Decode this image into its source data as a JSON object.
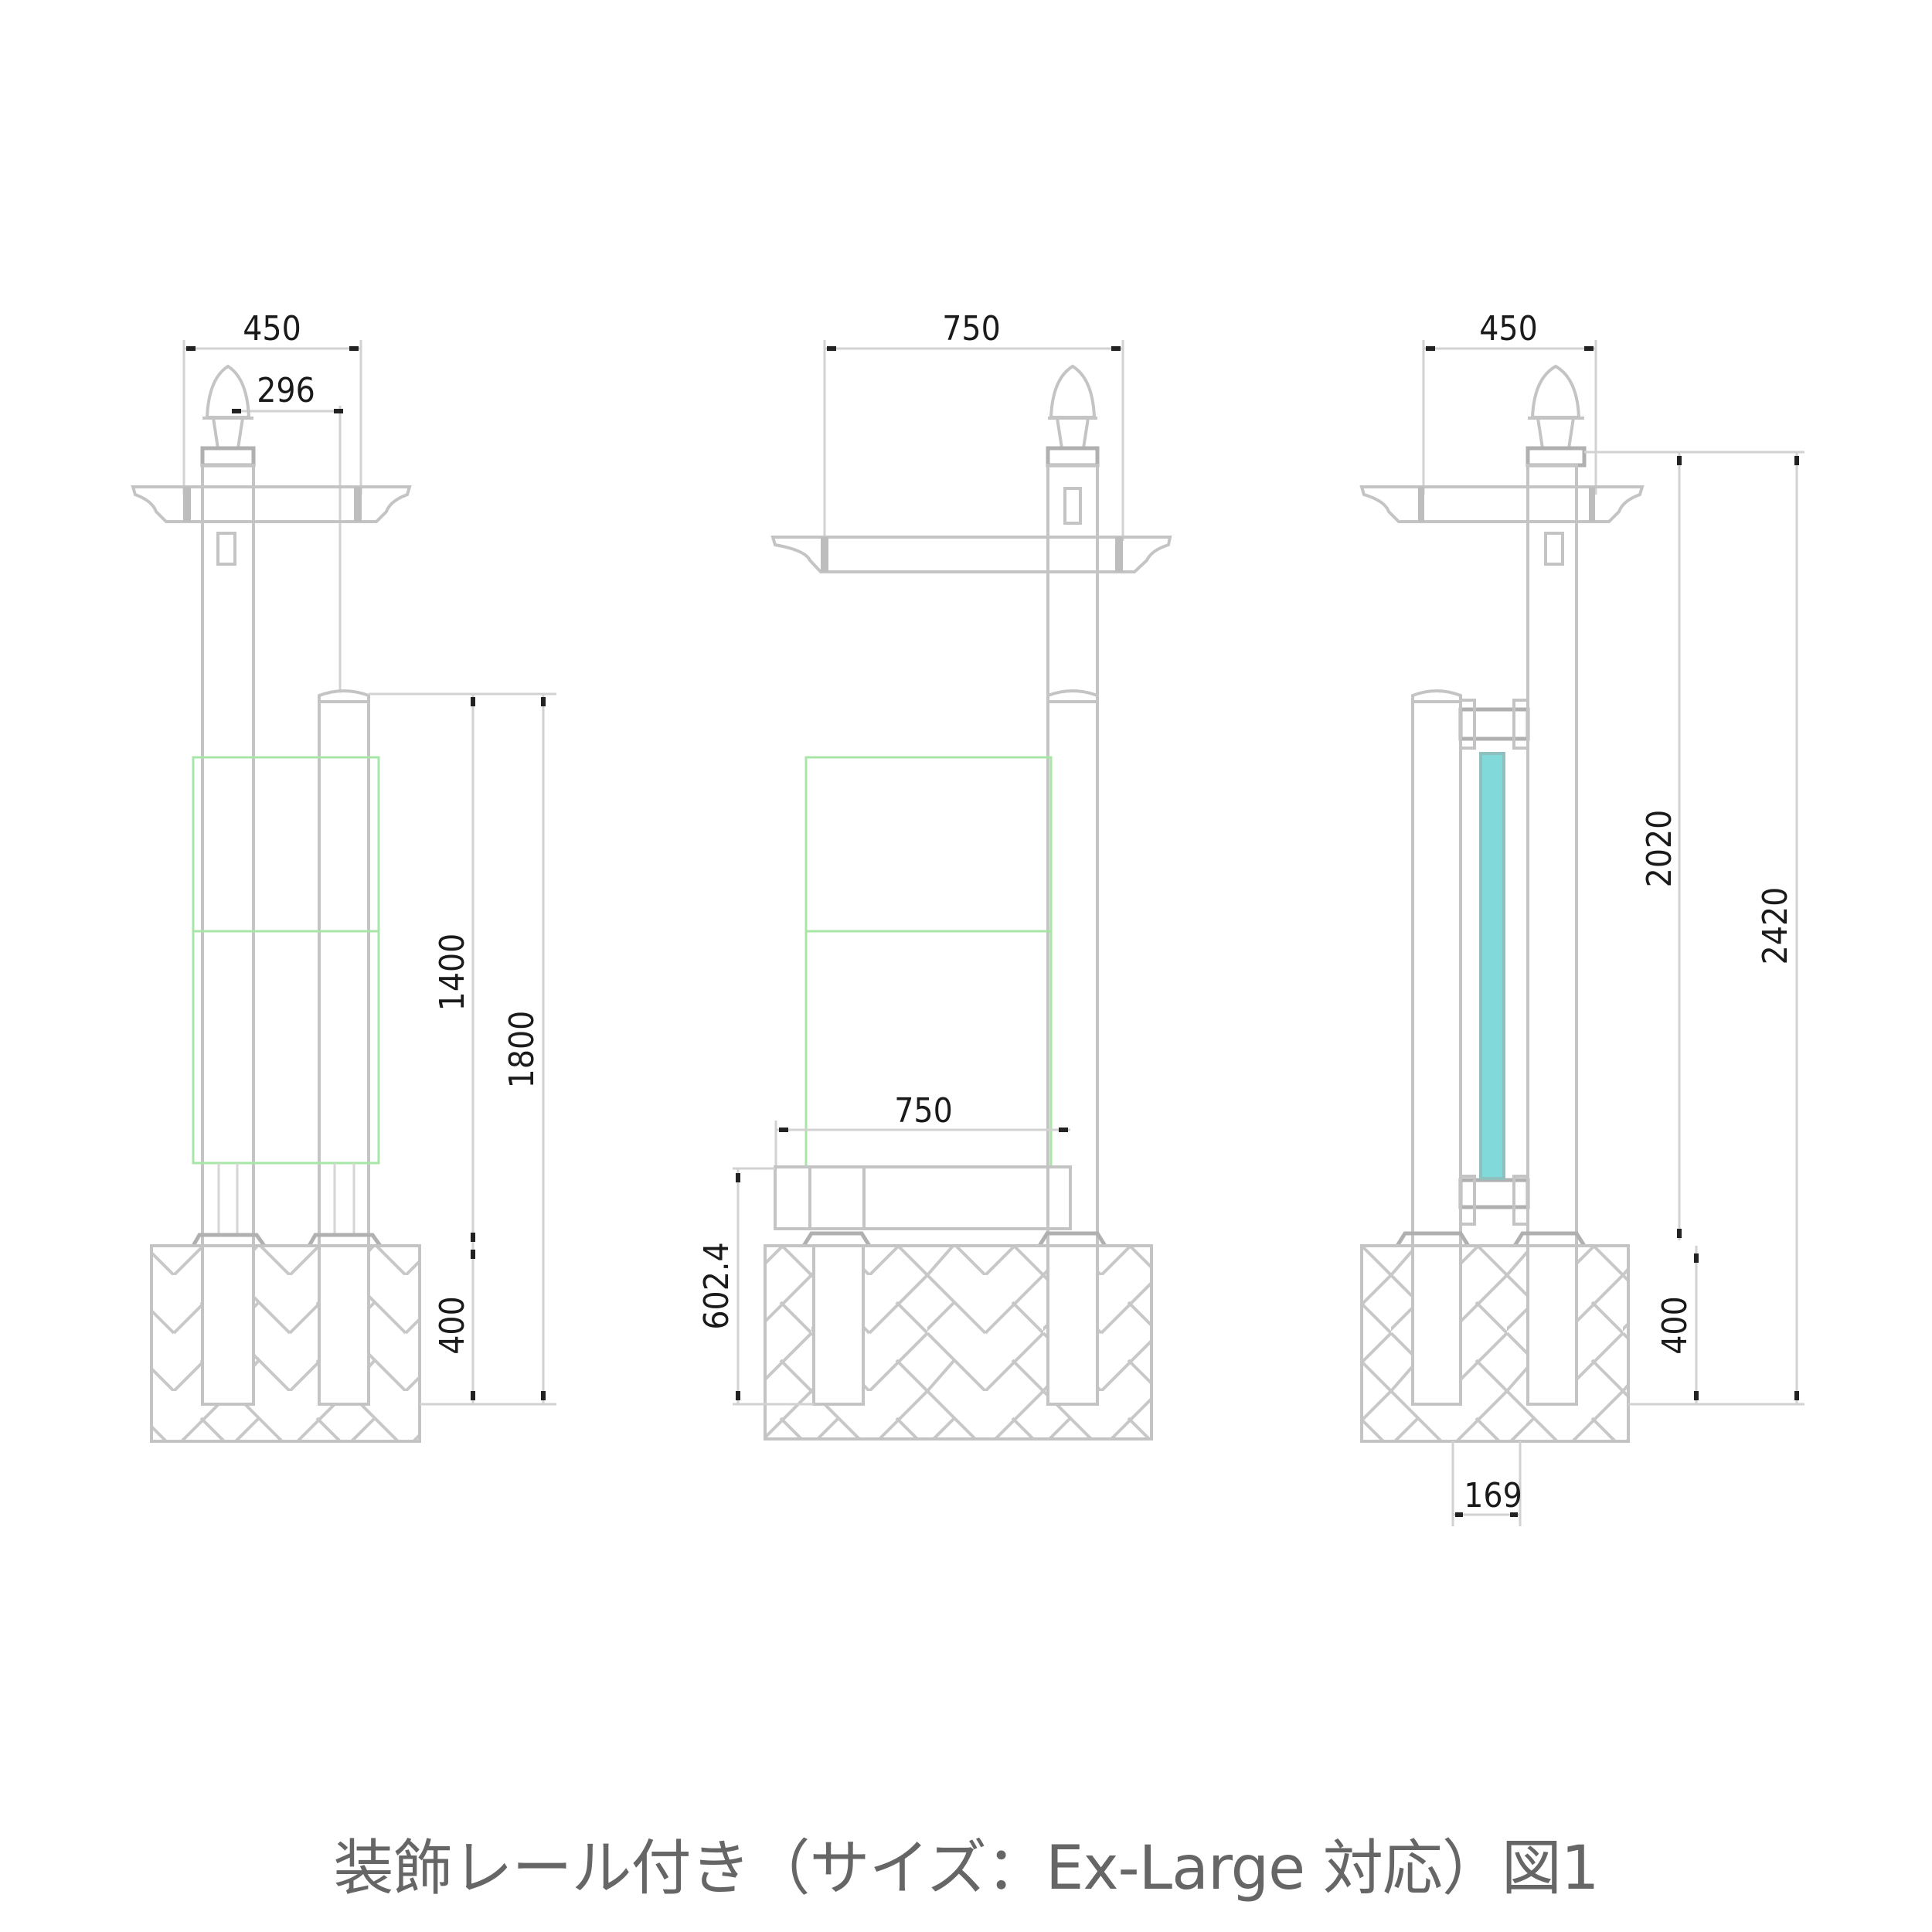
{
  "figure": {
    "caption": "装飾レール付き（サイズ：Ex-Large 対応）図1",
    "colors": {
      "line": "#c4c4c4",
      "dimension_text": "#1a1a1a",
      "panel_outline": "#a8e6a8",
      "glass_fill": "#82d9d9",
      "caption": "#666666"
    }
  },
  "views": {
    "left": {
      "name": "side-view-left",
      "dims": {
        "top_width": "450",
        "inner_width": "296",
        "post_height": "1400",
        "total_height": "1800",
        "foundation_depth": "400"
      }
    },
    "middle": {
      "name": "front-view",
      "dims": {
        "rail_width": "750",
        "bench_width": "750",
        "bench_height": "602.4"
      }
    },
    "right": {
      "name": "side-view-right",
      "dims": {
        "top_width": "450",
        "above_ground_height": "2020",
        "total_height": "2420",
        "foundation_depth": "400",
        "post_offset": "169"
      }
    }
  }
}
